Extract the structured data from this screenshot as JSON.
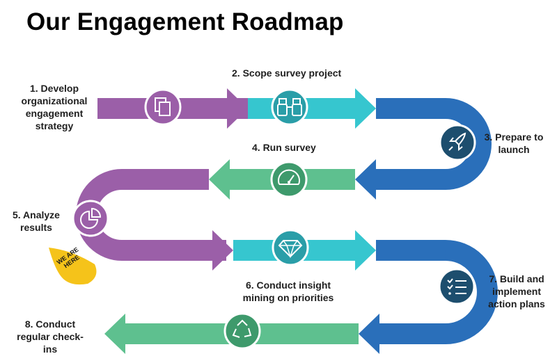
{
  "title": "Our Engagement Roadmap",
  "colors": {
    "purple": "#9b5fa8",
    "teal": "#36c6cf",
    "blue": "#2a6fba",
    "green": "#5ec08f",
    "icon_dark": "#1d4e6e",
    "badge": "#f5c31a"
  },
  "steps": [
    {
      "label": "1. Develop organizational engagement strategy",
      "icon": "documents-icon"
    },
    {
      "label": "2. Scope survey project",
      "icon": "binoculars-icon"
    },
    {
      "label": "3. Prepare to launch",
      "icon": "rocket-icon"
    },
    {
      "label": "4. Run survey",
      "icon": "gauge-icon"
    },
    {
      "label": "5. Analyze results",
      "icon": "pie-chart-icon"
    },
    {
      "label": "6. Conduct insight mining on priorities",
      "icon": "diamond-icon"
    },
    {
      "label": "7. Build and implement action plans",
      "icon": "checklist-icon"
    },
    {
      "label": "8. Conduct regular check-ins",
      "icon": "recycle-icon"
    }
  ],
  "badge": {
    "text": "WE ARE HERE"
  }
}
